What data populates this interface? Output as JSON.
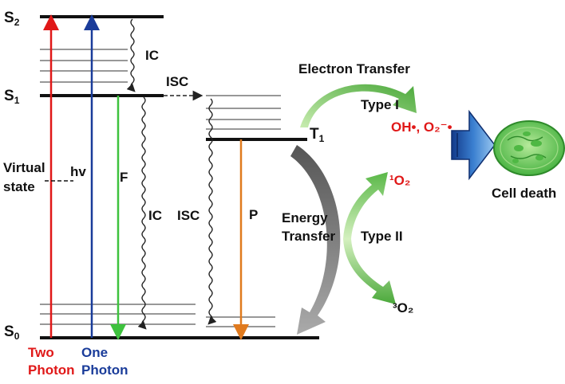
{
  "levels": {
    "s2": "S",
    "s2_sub": "2",
    "s1": "S",
    "s1_sub": "1",
    "s0": "S",
    "s0_sub": "0",
    "t1": "T",
    "t1_sub": "1"
  },
  "labels": {
    "virtual_state_line1": "Virtual",
    "virtual_state_line2": "state",
    "hv": "hv",
    "fluorescence": "F",
    "ic_top": "IC",
    "ic_vertical": "IC",
    "isc_top": "ISC",
    "isc_vertical": "ISC",
    "phosphorescence": "P",
    "electron_transfer": "Electron Transfer",
    "type1": "Type I",
    "energy_transfer_line1": "Energy",
    "energy_transfer_line2": "Transfer",
    "type2": "Type II",
    "cell_death": "Cell death"
  },
  "products": {
    "oh_radical": "OH•, O₂⁻•",
    "singlet_oxygen": "¹O₂",
    "triplet_oxygen": "³O₂"
  },
  "excitation": {
    "two_line1": "Two",
    "two_line2": "Photon",
    "one_line1": "One",
    "one_line2": "Photon"
  },
  "colors": {
    "two_photon": "#e01818",
    "one_photon": "#1a3c9a",
    "fluorescence": "#3ec23e",
    "phosphorescence": "#e07a1e",
    "type_arrows": "#6cc24a",
    "energy_arrow": "#8a8a8a",
    "block_arrow": "#3a7fd0",
    "cell": "#7cd16a"
  }
}
